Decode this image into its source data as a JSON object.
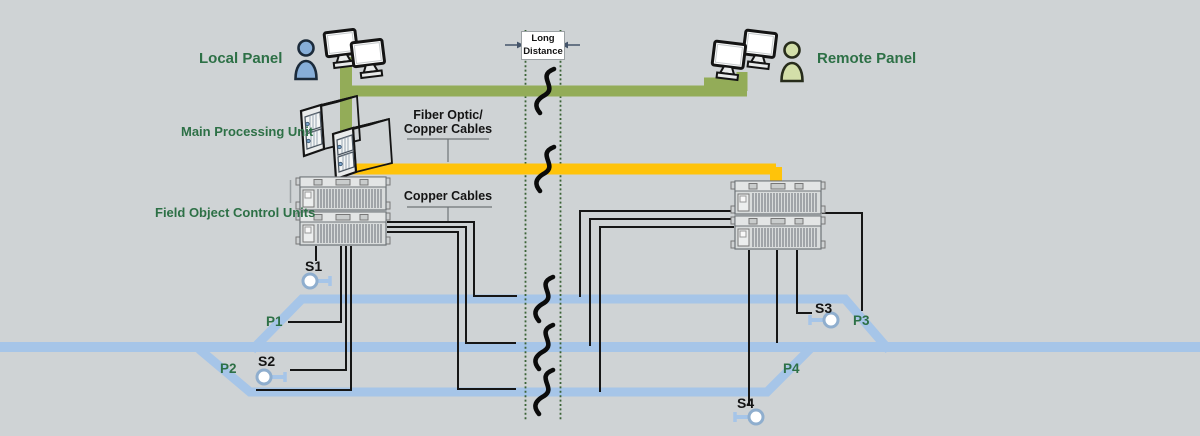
{
  "colors": {
    "background": "#CFD3D5",
    "panel-link-green": "#93AC58",
    "fiber-link-yellow": "#FFC30A",
    "track-blue": "#A6C5E8",
    "label-green": "#2D7046",
    "cable-black": "#161616",
    "boundary-green": "#3B6336",
    "signal-ring": "#8FAECE",
    "person-local-blue": "#87AED8",
    "person-remote-green": "#D3DFA9"
  },
  "labels": {
    "local_panel": "Local Panel",
    "remote_panel": "Remote Panel",
    "main_processing_unit": "Main Processing Unit",
    "field_object_control_units": "Field Object Control Units",
    "fiber_optic_line1": "Fiber Optic/",
    "fiber_optic_line2": "Copper Cables",
    "copper_cables": "Copper Cables",
    "long_distance_line1": "Long",
    "long_distance_line2": "Distance"
  },
  "signals": [
    {
      "label": "S1"
    },
    {
      "label": "S2"
    },
    {
      "label": "S3"
    },
    {
      "label": "S4"
    }
  ],
  "points": [
    {
      "label": "P1"
    },
    {
      "label": "P2"
    },
    {
      "label": "P3"
    },
    {
      "label": "P4"
    }
  ],
  "icons": {
    "local_operator": "person-icon",
    "local_workstation": "dual-monitor-icon",
    "remote_operator": "person-icon",
    "remote_workstation": "dual-monitor-icon",
    "main_processing_unit": "isometric-server-stack-icon",
    "field_object_control_unit": "rack-unit-icon",
    "long_distance_break": "cable-break-squiggle-icon",
    "signal": "signal-lamp-icon"
  }
}
